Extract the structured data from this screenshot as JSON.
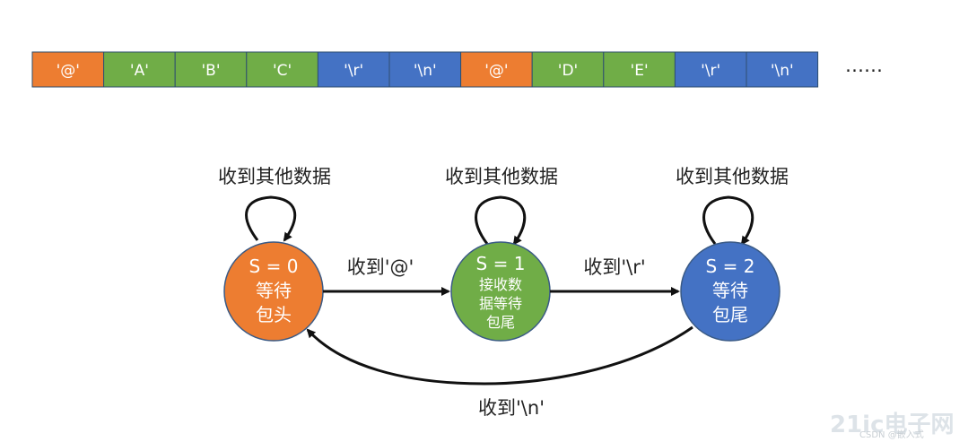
{
  "sequence": {
    "cells": [
      {
        "text": "'@'",
        "kind": "header"
      },
      {
        "text": "'A'",
        "kind": "data"
      },
      {
        "text": "'B'",
        "kind": "data"
      },
      {
        "text": "'C'",
        "kind": "data"
      },
      {
        "text": "'\\r'",
        "kind": "end"
      },
      {
        "text": "'\\n'",
        "kind": "end"
      },
      {
        "text": "'@'",
        "kind": "header"
      },
      {
        "text": "'D'",
        "kind": "data"
      },
      {
        "text": "'E'",
        "kind": "data"
      },
      {
        "text": "'\\r'",
        "kind": "end"
      },
      {
        "text": "'\\n'",
        "kind": "end"
      }
    ],
    "ellipsis": "……"
  },
  "colors": {
    "header": "#ED7D31",
    "data": "#70AD47",
    "end": "#4472C4",
    "border": "#2F4F6F",
    "arrow": "#111111"
  },
  "states": [
    {
      "id": "s0",
      "title": "S = 0",
      "lines": [
        "等待",
        "包头"
      ],
      "color": "#ED7D31",
      "self_loop_label": "收到其他数据"
    },
    {
      "id": "s1",
      "title": "S = 1",
      "lines": [
        "接收数",
        "据等待",
        "包尾"
      ],
      "color": "#70AD47",
      "self_loop_label": "收到其他数据"
    },
    {
      "id": "s2",
      "title": "S = 2",
      "lines": [
        "等待",
        "包尾"
      ],
      "color": "#4472C4",
      "self_loop_label": "收到其他数据"
    }
  ],
  "transitions": [
    {
      "from": "s0",
      "to": "s1",
      "label": "收到'@'"
    },
    {
      "from": "s1",
      "to": "s2",
      "label": "收到'\\r'"
    },
    {
      "from": "s2",
      "to": "s0",
      "label": "收到'\\n'"
    }
  ],
  "watermark": {
    "logo": "21ic电子网",
    "sub": "CSDN @嵌入式"
  }
}
